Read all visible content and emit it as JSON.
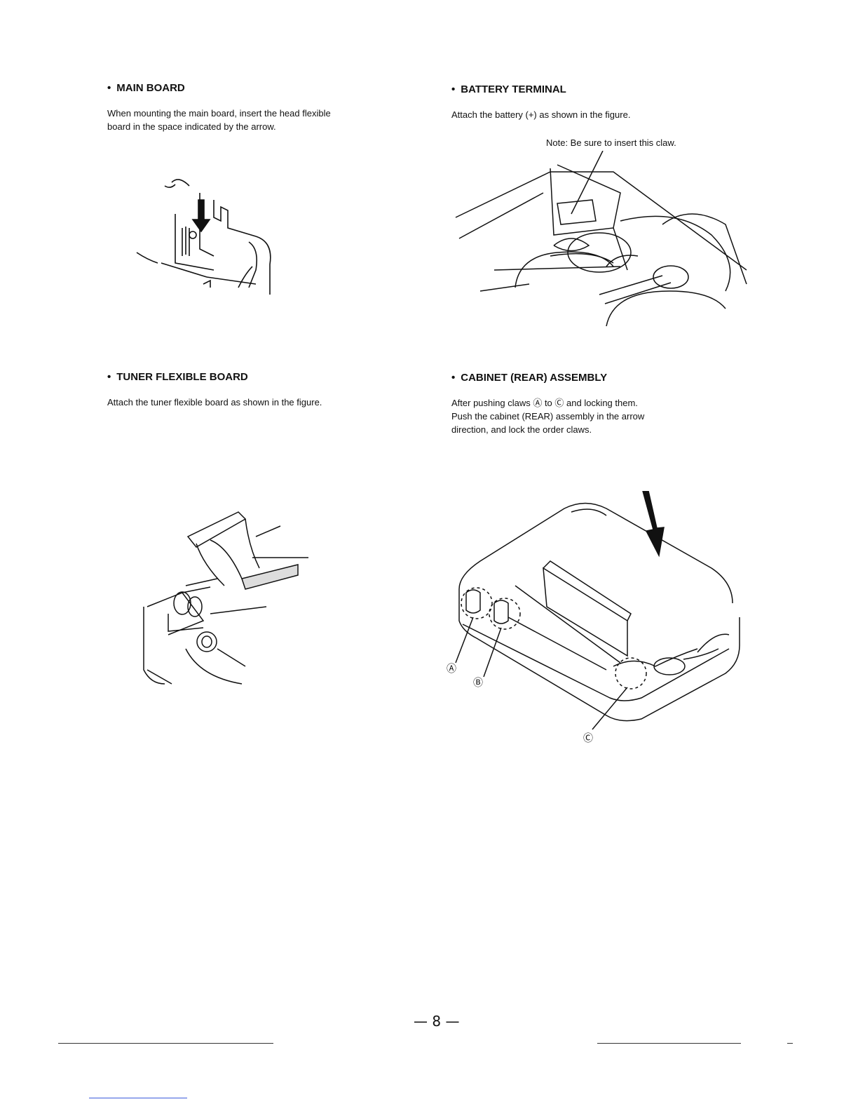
{
  "sections": {
    "main_board": {
      "bullet": "•",
      "heading": "MAIN BOARD",
      "text_line1": "When mounting the main board, insert the head flexible",
      "text_line2": "board in the space indicated by the arrow."
    },
    "battery_terminal": {
      "bullet": "•",
      "heading": "BATTERY TERMINAL",
      "text": "Attach the battery (+) as shown in the figure.",
      "note": "Note: Be sure to insert this claw."
    },
    "tuner_flexible_board": {
      "bullet": "•",
      "heading": "TUNER FLEXIBLE BOARD",
      "text": "Attach the tuner flexible board as shown in the figure."
    },
    "cabinet_rear_assembly": {
      "bullet": "•",
      "heading": "CABINET (REAR) ASSEMBLY",
      "text_line1": "After pushing claws Ⓐ to Ⓒ and locking them.",
      "text_line2": "Push the cabinet (REAR) assembly in the arrow",
      "text_line3": "direction, and lock the order claws.",
      "label_a": "Ⓐ",
      "label_b": "Ⓑ",
      "label_c": "Ⓒ"
    }
  },
  "page_number": "— 8 —"
}
